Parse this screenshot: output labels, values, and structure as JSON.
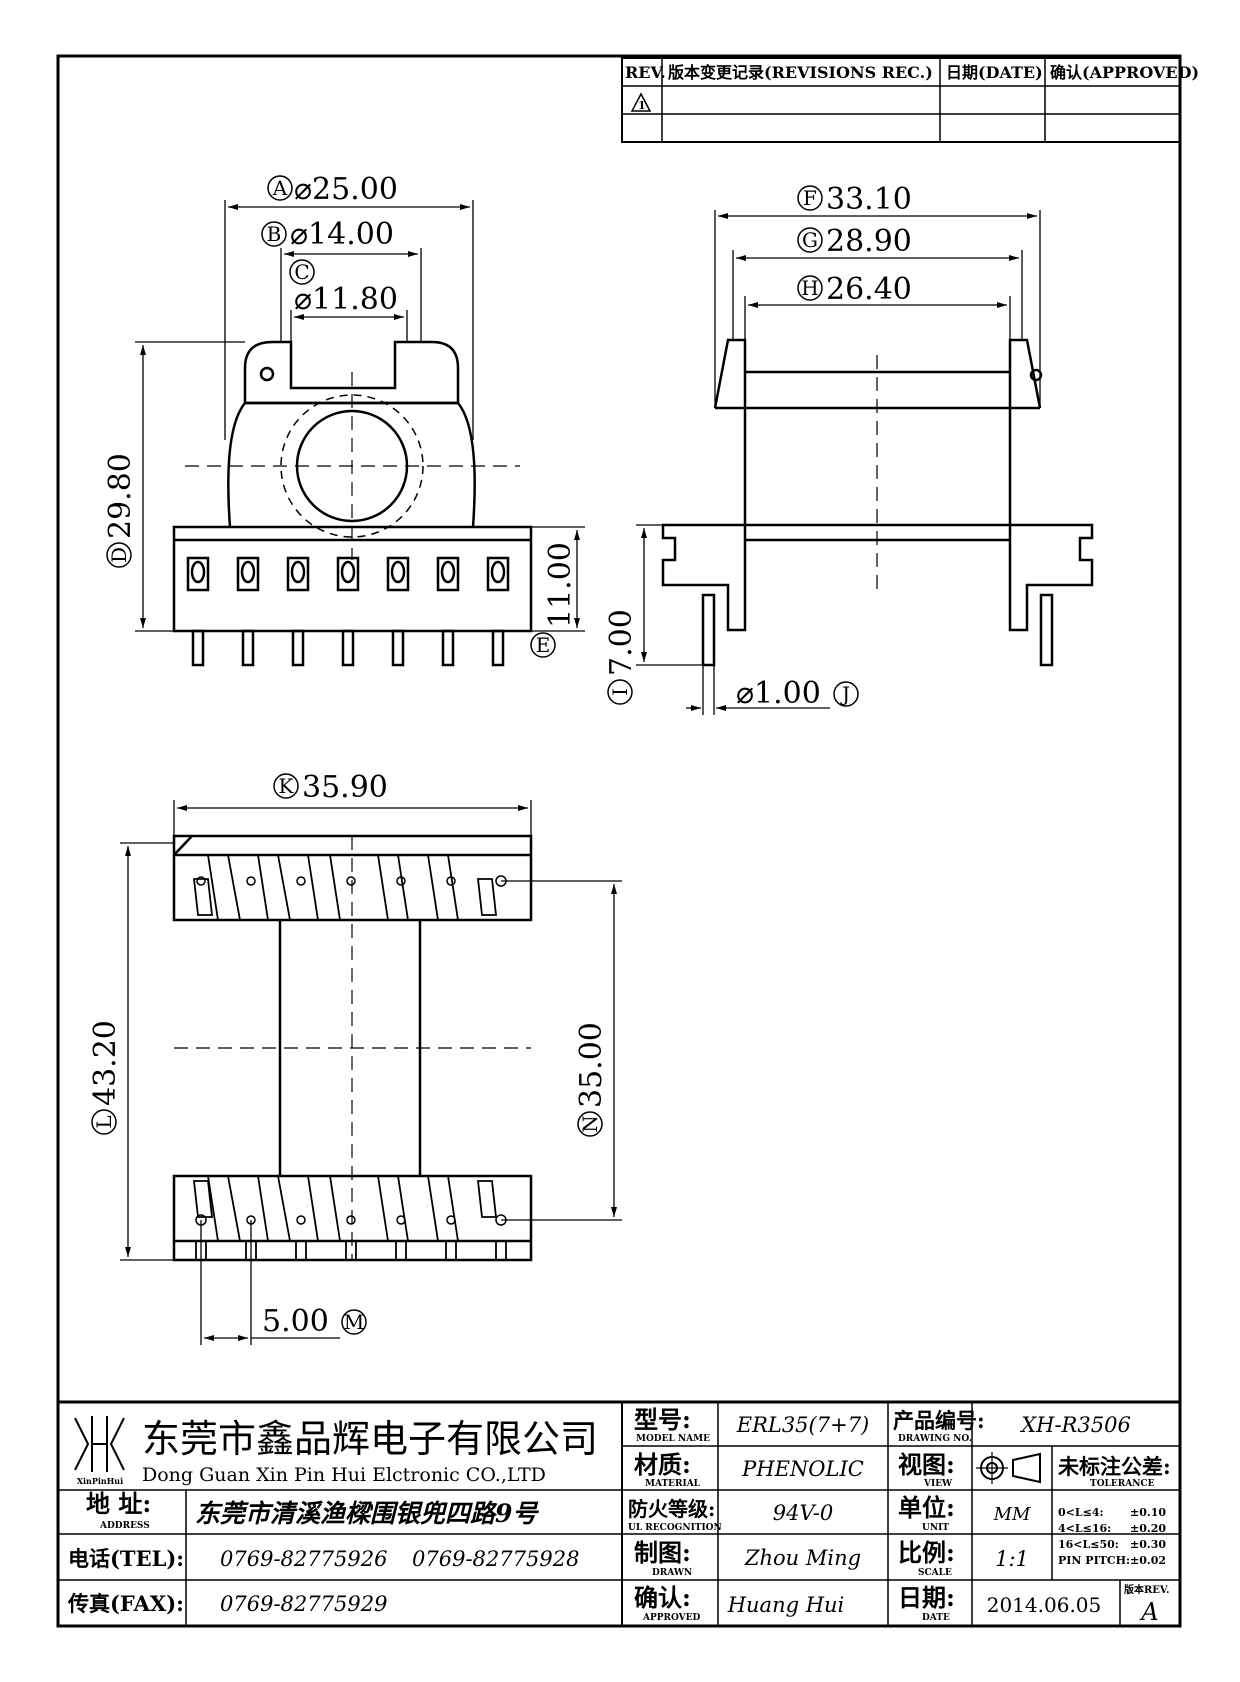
{
  "revision_table": {
    "headers": [
      "REV.",
      "版本变更记录(REVISIONS REC.)",
      "日期(DATE)",
      "确认(APPROVED)"
    ],
    "rev_symbol": "1"
  },
  "dimensions": {
    "A": {
      "letter": "A",
      "text": "⌀25.00"
    },
    "B": {
      "letter": "B",
      "text": "⌀14.00"
    },
    "C": {
      "letter": "C",
      "text": "⌀11.80"
    },
    "D": {
      "letter": "D",
      "text": "29.80"
    },
    "E": {
      "letter": "E",
      "text": "11.00"
    },
    "F": {
      "letter": "F",
      "text": "33.10"
    },
    "G": {
      "letter": "G",
      "text": "28.90"
    },
    "H": {
      "letter": "H",
      "text": "26.40"
    },
    "I": {
      "letter": "I",
      "text": "7.00"
    },
    "J": {
      "letter": "J",
      "text": "⌀1.00"
    },
    "K": {
      "letter": "K",
      "text": "35.90"
    },
    "L": {
      "letter": "L",
      "text": "43.20"
    },
    "M": {
      "letter": "M",
      "text": "5.00"
    },
    "N": {
      "letter": "N",
      "text": "35.00"
    }
  },
  "title_block": {
    "logo_text": "XinPinHui",
    "company_cn": "东莞市鑫品辉电子有限公司",
    "company_en": "Dong Guan Xin Pin Hui Elctronic CO.,LTD",
    "address_label": "地  址:",
    "address_sub": "ADDRESS",
    "address_value": "东莞市清溪渔樑围银兜四路9号",
    "tel_label": "电话(TEL):",
    "tel_value_1": "0769-82775926",
    "tel_value_2": "0769-82775928",
    "fax_label": "传真(FAX):",
    "fax_value": "0769-82775929",
    "model_label": "型号:",
    "model_sub": "MODEL NAME",
    "model_value": "ERL35(7+7)",
    "material_label": "材质:",
    "material_sub": "MATERIAL",
    "material_value": "PHENOLIC",
    "fire_label": "防火等级:",
    "fire_sub": "UL RECOGNITION",
    "fire_value": "94V-0",
    "drawn_label": "制图:",
    "drawn_sub": "DRAWN",
    "drawn_value": "Zhou Ming",
    "approved_label": "确认:",
    "approved_sub": "APPROVED",
    "approved_value": "Huang Hui",
    "drawing_no_label": "产品编号:",
    "drawing_no_sub": "DRAWING NO.",
    "drawing_no_value": "XH-R3506",
    "view_label": "视图:",
    "view_sub": "VIEW",
    "unit_label": "单位:",
    "unit_sub": "UNIT",
    "unit_value": "MM",
    "scale_label": "比例:",
    "scale_sub": "SCALE",
    "scale_value": "1:1",
    "date_label": "日期:",
    "date_sub": "DATE",
    "date_value": "2014.06.05",
    "tolerance_label": "未标注公差:",
    "tolerance_sub": "TOLERANCE",
    "tolerance_rows": [
      {
        "range": "0<L≤4:",
        "value": "±0.10"
      },
      {
        "range": "4<L≤16:",
        "value": "±0.20"
      },
      {
        "range": "16<L≤50:",
        "value": "±0.30"
      },
      {
        "range": "PIN PITCH:",
        "value": "±0.02"
      }
    ],
    "rev_label": "版本REV.",
    "rev_value": "A"
  }
}
